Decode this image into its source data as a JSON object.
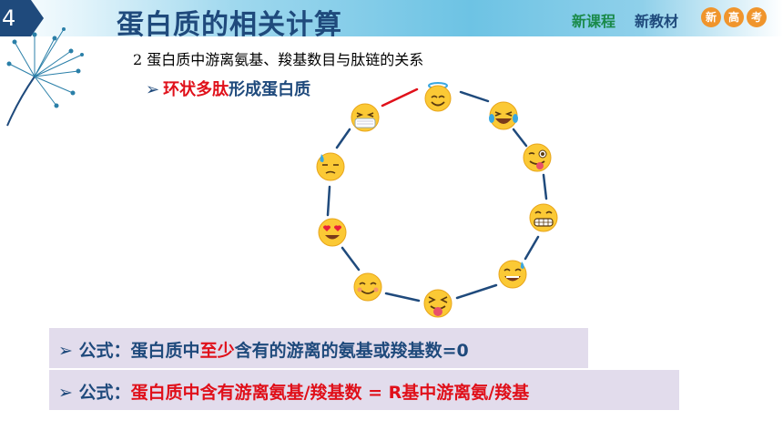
{
  "header": {
    "section_number": "4",
    "title": "蛋白质的相关计算",
    "brand_course": "新课程",
    "brand_textbook": "新教材",
    "brand_badges": [
      "新",
      "高",
      "考"
    ]
  },
  "subtitle": "2 蛋白质中游离氨基、羧基数目与肽链的关系",
  "cyclic_heading": {
    "arrow": "➢",
    "red_part": "环状多肽",
    "blue_part": "形成蛋白质"
  },
  "ring": {
    "emoji_icons": [
      "halo-face-icon",
      "tears-of-joy-icon",
      "winking-tongue-icon",
      "grimacing-face-icon",
      "sweat-smile-icon",
      "squinting-tongue-icon",
      "smiling-face-icon",
      "heart-eyes-icon",
      "downcast-sweat-icon",
      "medical-mask-icon"
    ],
    "highlighted_bond": "medical-mask-to-halo",
    "bond_color": "#1f4a7c",
    "highlight_color": "#e0101a"
  },
  "formula_1": {
    "arrow": "➢",
    "prefix": "公式：蛋白质中",
    "highlight": "至少",
    "suffix": "含有的游离的氨基或羧基数=0"
  },
  "formula_2": {
    "arrow": "➢",
    "prefix": "公式：",
    "body": "蛋白质中含有游离氨基/羧基数 = R基中游离氨/羧基"
  },
  "colors": {
    "accent_dark_blue": "#1f4a7c",
    "accent_red": "#e0101a",
    "formula_box": "#e2dcec",
    "brand_green": "#1a8a4a",
    "badge_orange": "#f0952c"
  }
}
